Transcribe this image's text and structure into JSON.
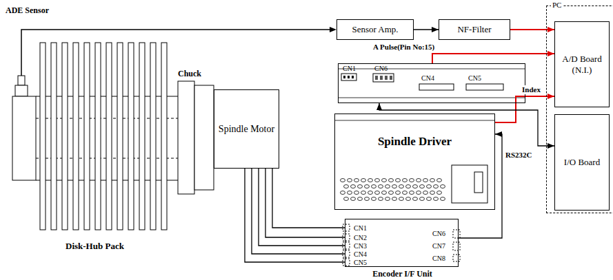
{
  "diagram": {
    "nodes": [
      {
        "text": [
          "Sensor Amp."
        ]
      },
      {
        "text": [
          "NF-Filter"
        ]
      },
      {
        "text": [
          "PC"
        ]
      },
      {
        "text": [
          "A/D Board (N.I.)"
        ],
        "in": 2
      },
      {
        "text": [
          "I/O Board"
        ],
        "in": 2
      },
      {
        "text": [
          "CN1",
          "CN6",
          "CN4",
          "CN5"
        ]
      },
      {
        "text": [
          "Spindle Driver"
        ]
      },
      {
        "text": [
          "Spindle Motor"
        ]
      },
      {
        "text": [
          "Encoder I/F Unit",
          "CN1",
          "CN2",
          "CN3",
          "CN4",
          "CN5",
          "CN6",
          "CN7",
          "CN8"
        ]
      }
    ],
    "edges": [
      {
        "from": 0,
        "to": 1,
        "arrow": "to"
      },
      {
        "from": 1,
        "to": 3,
        "arrow": "to"
      },
      {
        "from": 5,
        "to": 3,
        "arrow": "to",
        "label": "A Pulse(Pin No:15)"
      },
      {
        "from": 6,
        "to": 3,
        "arrow": "to",
        "label": "Index"
      },
      {
        "from": 5,
        "to": 4,
        "arrow": "both",
        "label": "RS232C"
      },
      {
        "from": 8,
        "to": 6,
        "arrow": "to"
      },
      {
        "from": 7,
        "to": 8,
        "arrow": "none"
      },
      {
        "from": 7,
        "to": 8,
        "arrow": "none"
      },
      {
        "from": 7,
        "to": 8,
        "arrow": "none"
      },
      {
        "from": 7,
        "to": 8,
        "arrow": "none"
      },
      {
        "from": 7,
        "to": 8,
        "arrow": "none"
      }
    ],
    "labels": [
      "ADE Sensor",
      "Chuck",
      "Disk-Hub Pack"
    ]
  }
}
